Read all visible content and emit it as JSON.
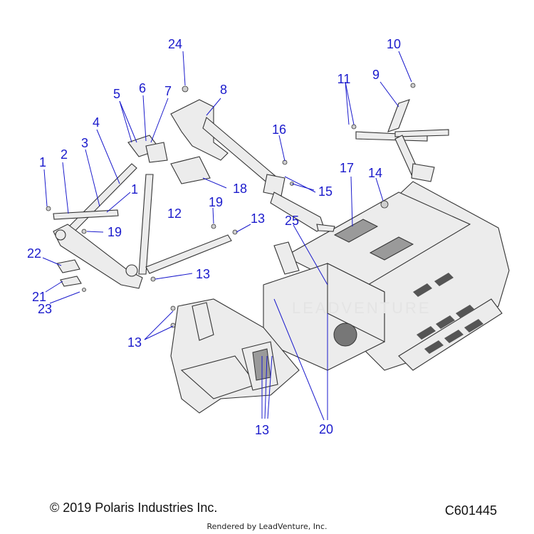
{
  "callouts": {
    "c1a": "1",
    "c1b": "1",
    "c2": "2",
    "c3": "3",
    "c4": "4",
    "c5": "5",
    "c6": "6",
    "c7": "7",
    "c8": "8",
    "c9": "9",
    "c10": "10",
    "c11": "11",
    "c12": "12",
    "c13a": "13",
    "c13b": "13",
    "c13c": "13",
    "c13d": "13",
    "c14": "14",
    "c15": "15",
    "c16": "16",
    "c17": "17",
    "c18": "18",
    "c19a": "19",
    "c19b": "19",
    "c20": "20",
    "c21": "21",
    "c22": "22",
    "c23": "23",
    "c24": "24",
    "c25": "25"
  },
  "footer": {
    "copyright": "© 2019 Polaris Industries Inc.",
    "diagram_code": "C601445",
    "rendered_by": "Rendered by LeadVenture, Inc."
  },
  "colors": {
    "callout": "#1a1acc",
    "line_art": "#333333"
  }
}
